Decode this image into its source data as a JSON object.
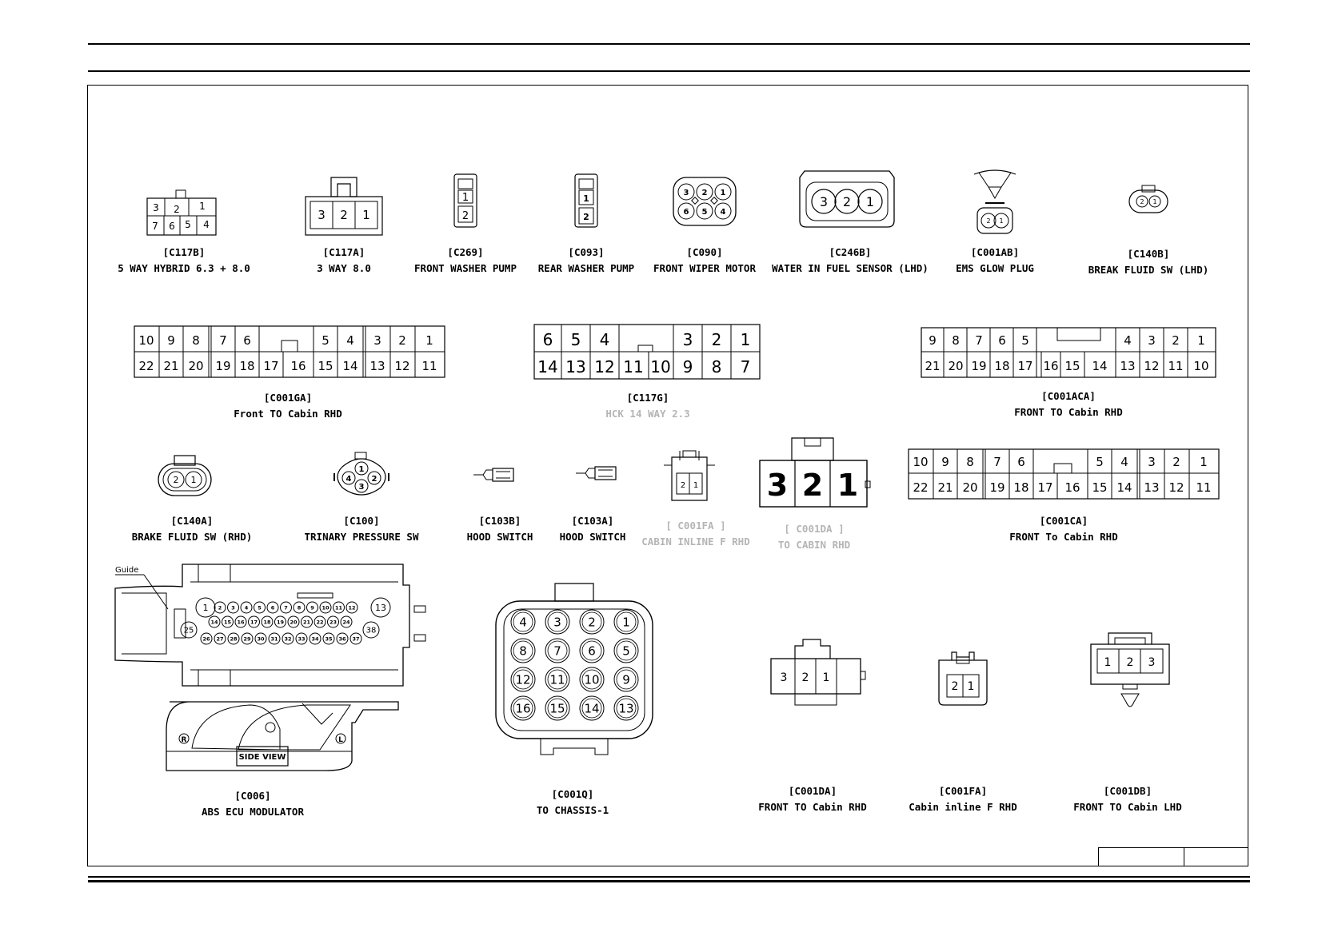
{
  "diagram": {
    "connectors": [
      {
        "id": "c117b",
        "code": "[C117B]",
        "name": "5 WAY HYBRID 6.3 + 8.0",
        "pins_top": [
          "3",
          "2",
          "1"
        ],
        "pins_bottom": [
          "7",
          "6",
          "5",
          "4"
        ],
        "faded": false
      },
      {
        "id": "c117a",
        "code": "[C117A]",
        "name": "3 WAY 8.0",
        "pins": [
          "3",
          "2",
          "1"
        ],
        "faded": false
      },
      {
        "id": "c269",
        "code": "[C269]",
        "name": "FRONT WASHER PUMP",
        "pins": [
          "1",
          "2"
        ],
        "faded": false
      },
      {
        "id": "c093",
        "code": "[C093]",
        "name": "REAR WASHER PUMP",
        "pins": [
          "1",
          "2"
        ],
        "faded": false
      },
      {
        "id": "c090",
        "code": "[C090]",
        "name": "FRONT WIPER MOTOR",
        "pins": [
          "3",
          "2",
          "1",
          "6",
          "5",
          "4"
        ],
        "faded": false
      },
      {
        "id": "c246b",
        "code": "[C246B]",
        "name": "WATER IN FUEL SENSOR (LHD)",
        "pins": [
          "3",
          "2",
          "1"
        ],
        "faded": false
      },
      {
        "id": "c001ab",
        "code": "[C001AB]",
        "name": "EMS GLOW PLUG",
        "pins": [
          "2",
          "1"
        ],
        "faded": false
      },
      {
        "id": "c140b",
        "code": "[C140B]",
        "name": "BREAK FLUID SW (LHD)",
        "pins": [
          "2",
          "1"
        ],
        "faded": false
      },
      {
        "id": "c001ga",
        "code": "[C001GA]",
        "name": "Front TO Cabin RHD",
        "pins_top": [
          "10",
          "9",
          "8",
          "7",
          "6",
          "5",
          "4",
          "3",
          "2",
          "1"
        ],
        "pins_bottom": [
          "22",
          "21",
          "20",
          "19",
          "18",
          "17",
          "16",
          "15",
          "14",
          "13",
          "12",
          "11"
        ],
        "faded": false
      },
      {
        "id": "c117g",
        "code": "[C117G]",
        "name": "HCK 14 WAY 2.3",
        "pins_top": [
          "6",
          "5",
          "4",
          "3",
          "2",
          "1"
        ],
        "pins_bottom": [
          "14",
          "13",
          "12",
          "11",
          "10",
          "9",
          "8",
          "7"
        ],
        "faded": false,
        "name_faded": true
      },
      {
        "id": "c001aca",
        "code": "[C001ACA]",
        "name": "FRONT TO Cabin RHD",
        "pins_top": [
          "9",
          "8",
          "7",
          "6",
          "5",
          "4",
          "3",
          "2",
          "1"
        ],
        "pins_bottom": [
          "21",
          "20",
          "19",
          "18",
          "17",
          "16",
          "15",
          "14",
          "13",
          "12",
          "11",
          "10"
        ],
        "faded": false
      },
      {
        "id": "c140a",
        "code": "[C140A]",
        "name": "BRAKE FLUID SW (RHD)",
        "pins": [
          "2",
          "1"
        ],
        "faded": false
      },
      {
        "id": "c100",
        "code": "[C100]",
        "name": "TRINARY PRESSURE SW",
        "pins": [
          "1",
          "4",
          "2",
          "3"
        ],
        "faded": false
      },
      {
        "id": "c103b",
        "code": "[C103B]",
        "name": "HOOD SWITCH",
        "faded": false
      },
      {
        "id": "c103a",
        "code": "[C103A]",
        "name": "HOOD SWITCH",
        "faded": false
      },
      {
        "id": "c001fa_top",
        "code": "[ C001FA ]",
        "name": "CABIN INLINE F RHD",
        "pins": [
          "2",
          "1"
        ],
        "faded": true
      },
      {
        "id": "c001da_top",
        "code": "[ C001DA ]",
        "name": "TO CABIN RHD",
        "pins": [
          "3",
          "2",
          "1"
        ],
        "faded": true
      },
      {
        "id": "c001ca",
        "code": "[C001CA]",
        "name": "FRONT To Cabin RHD",
        "pins_top": [
          "10",
          "9",
          "8",
          "7",
          "6",
          "5",
          "4",
          "3",
          "2",
          "1"
        ],
        "pins_bottom": [
          "22",
          "21",
          "20",
          "19",
          "18",
          "17",
          "16",
          "15",
          "14",
          "13",
          "12",
          "11"
        ],
        "faded": false
      },
      {
        "id": "c006",
        "code": "[C006]",
        "name": "ABS ECU MODULATOR",
        "guide_label": "Guide",
        "side_view_label": "SIDE VIEW",
        "left_mark": "R",
        "right_mark": "L",
        "pins_row1": [
          "1",
          "2",
          "3",
          "4",
          "5",
          "6",
          "7",
          "8",
          "9",
          "10",
          "11",
          "12",
          "13"
        ],
        "pins_row2": [
          "25",
          "14",
          "15",
          "16",
          "17",
          "18",
          "19",
          "20",
          "21",
          "22",
          "23",
          "24",
          "38"
        ],
        "pins_row3": [
          "26",
          "27",
          "28",
          "29",
          "30",
          "31",
          "32",
          "33",
          "34",
          "35",
          "36",
          "37"
        ],
        "faded": false
      },
      {
        "id": "c001q",
        "code": "[C001Q]",
        "name": "TO CHASSIS-1",
        "pins": [
          [
            "4",
            "3",
            "2",
            "1"
          ],
          [
            "8",
            "7",
            "6",
            "5"
          ],
          [
            "12",
            "11",
            "10",
            "9"
          ],
          [
            "16",
            "15",
            "14",
            "13"
          ]
        ],
        "faded": false
      },
      {
        "id": "c001da",
        "code": "[C001DA]",
        "name": "FRONT TO Cabin RHD",
        "pins": [
          "3",
          "2",
          "1"
        ],
        "faded": false
      },
      {
        "id": "c001fa",
        "code": "[C001FA]",
        "name": "Cabin inline F RHD",
        "pins": [
          "2",
          "1"
        ],
        "faded": false
      },
      {
        "id": "c001db",
        "code": "[C001DB]",
        "name": "FRONT TO Cabin LHD",
        "pins": [
          "1",
          "2",
          "3"
        ],
        "faded": false
      }
    ]
  }
}
